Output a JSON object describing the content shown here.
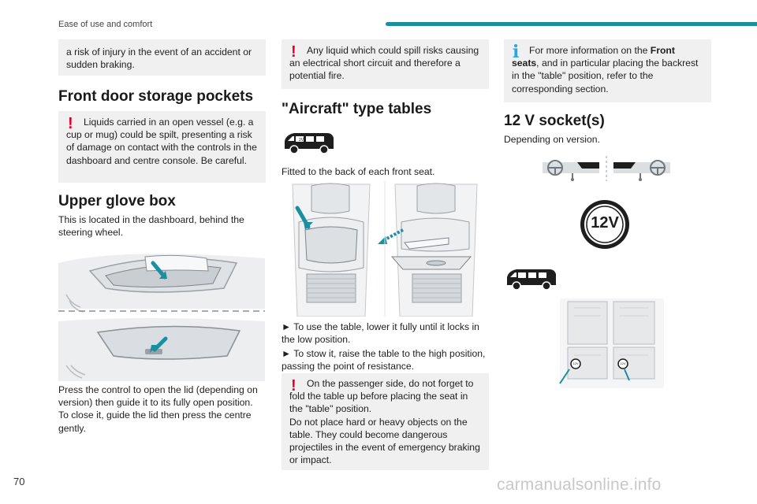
{
  "header": {
    "section": "Ease of use and comfort"
  },
  "footer": {
    "page_number": "70",
    "watermark": "carmanualsonline.info"
  },
  "col1": {
    "intro_box": "a risk of injury in the event of an accident or sudden braking.",
    "door_title": "Front door storage pockets",
    "door_warning": "Liquids carried in an open vessel (e.g. a cup or mug) could be spilt, presenting a risk of damage on contact with the controls in the dashboard and centre console. Be careful.",
    "glove_title": "Upper glove box",
    "glove_intro": "This is located in the dashboard, behind the steering wheel.",
    "glove_text": "Press the control to open the lid (depending on version) then guide it to its fully open position. To close it, guide the lid then press the centre gently."
  },
  "col2": {
    "liquid_warning": "Any liquid which could spill risks causing an electrical short circuit and therefore a potential fire.",
    "tables_title": "\"Aircraft\" type tables",
    "tables_intro": "Fitted to the back of each front seat.",
    "step1": "► To use the table, lower it fully until it locks in the low position.",
    "step2": "► To stow it, raise the table to the high position, passing the point of resistance.",
    "passenger_warning_1": "On the passenger side, do not forget to fold the table up before placing the seat in the \"table\" position.",
    "passenger_warning_2": "Do not place hard or heavy objects on the table. They could become dangerous projectiles in the event of emergency braking or impact."
  },
  "col3": {
    "info_prefix": "For more information on the ",
    "info_bold": "Front seats",
    "info_suffix": ", and in particular placing the backrest in the \"table\" position, refer to the corresponding section.",
    "socket_title": "12 V socket(s)",
    "socket_intro": "Depending on version.",
    "socket_label": "12V",
    "mini_label_a": "12V",
    "mini_label_b": "12V"
  },
  "colors": {
    "accent": "#1a8fa0",
    "warning": "#e4002b",
    "info": "#2aa6e0",
    "box": "#f0f0f0"
  }
}
